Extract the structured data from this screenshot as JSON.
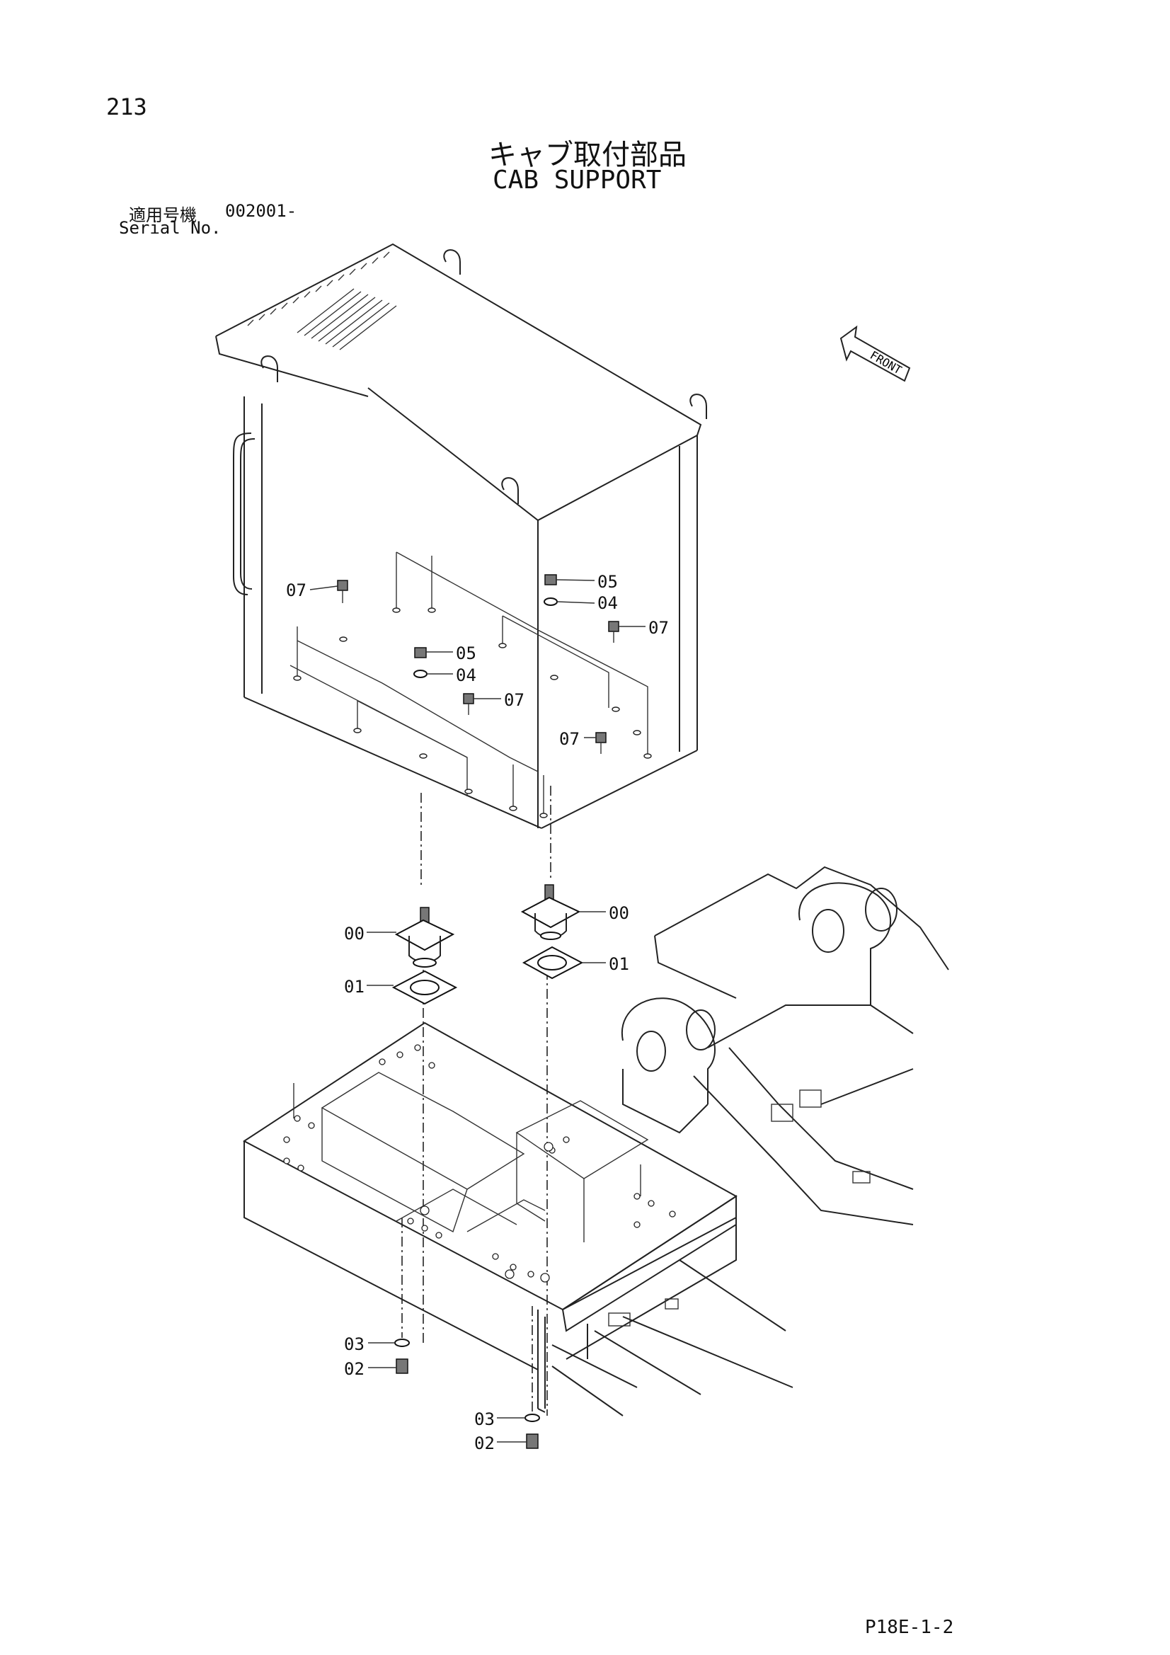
{
  "page_number": "213",
  "title_jp": "キャブ取付部品",
  "title_en": "CAB SUPPORT",
  "serial": {
    "label_jp": "適用号機",
    "from": "002001-",
    "label_en": "Serial No."
  },
  "front_label": "FRONT",
  "page_code": "P18E-1-2",
  "callouts": [
    {
      "id": "07",
      "side": "left"
    },
    {
      "id": "05",
      "side": "right"
    },
    {
      "id": "04",
      "side": "right"
    },
    {
      "id": "07",
      "side": "right"
    },
    {
      "id": "05",
      "side": "right"
    },
    {
      "id": "04",
      "side": "right"
    },
    {
      "id": "07",
      "side": "right"
    },
    {
      "id": "07",
      "side": "left"
    },
    {
      "id": "00",
      "side": "left"
    },
    {
      "id": "01",
      "side": "left"
    },
    {
      "id": "00",
      "side": "right"
    },
    {
      "id": "01",
      "side": "right"
    },
    {
      "id": "03",
      "side": "left"
    },
    {
      "id": "02",
      "side": "left"
    },
    {
      "id": "03",
      "side": "left"
    },
    {
      "id": "02",
      "side": "left"
    }
  ]
}
